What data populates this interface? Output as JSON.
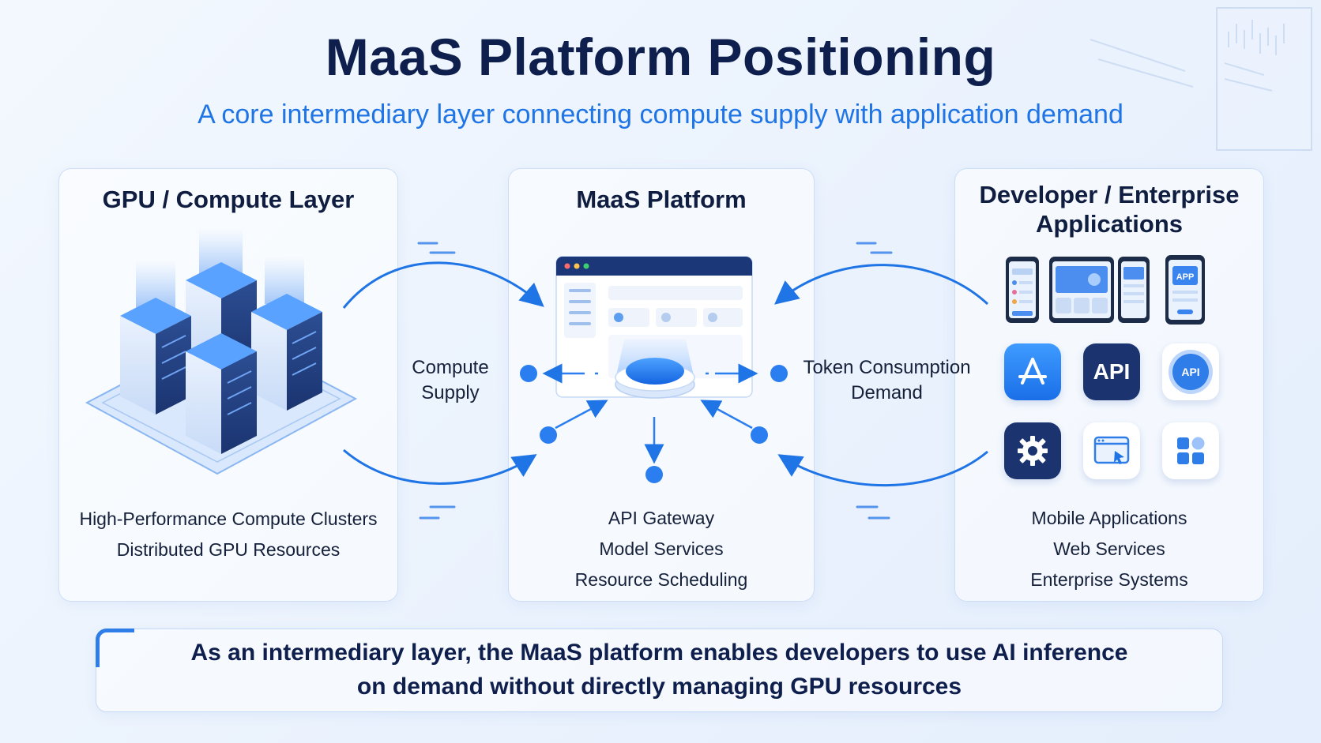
{
  "header": {
    "title": "MaaS Platform Positioning",
    "subtitle": "A core intermediary layer connecting compute supply with application demand"
  },
  "panels": {
    "compute": {
      "title": "GPU / Compute Layer",
      "items": [
        "High-Performance Compute Clusters",
        "Distributed GPU Resources"
      ]
    },
    "platform": {
      "title": "MaaS Platform",
      "items": [
        "API Gateway",
        "Model Services",
        "Resource Scheduling"
      ]
    },
    "applications": {
      "title_line1": "Developer / Enterprise",
      "title_line2": "Applications",
      "items": [
        "Mobile Applications",
        "Web Services",
        "Enterprise Systems"
      ],
      "icons": [
        "app-store-icon",
        "api-icon",
        "api-gear-icon",
        "settings-gear-icon",
        "browser-click-icon",
        "app-grid-icon"
      ],
      "api_label": "API",
      "api_badge_label": "API",
      "phone_label": "APP"
    }
  },
  "flows": {
    "supply": {
      "line1": "Compute",
      "line2": "Supply"
    },
    "demand": {
      "line1": "Token Consumption",
      "line2": "Demand"
    }
  },
  "summary": {
    "line1": "As an intermediary layer, the MaaS platform enables developers to use AI inference",
    "line2": "on demand without directly managing GPU resources"
  },
  "colors": {
    "accent": "#1f74e6",
    "navy": "#0f1f4d",
    "node_blue": "#2a7ef0"
  }
}
